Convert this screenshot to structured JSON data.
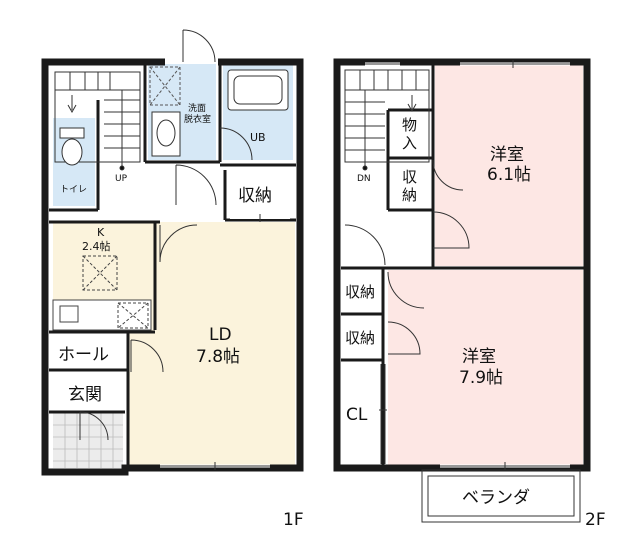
{
  "floor1": {
    "label": "1F",
    "rooms": {
      "washroom": [
        "洗面",
        "脱衣室"
      ],
      "bath": "UB",
      "toilet": "トイレ",
      "stair_up": "UP",
      "storage": "収納",
      "kitchen": [
        "K",
        "2.4帖"
      ],
      "living": [
        "LD",
        "7.8帖"
      ],
      "hall": "ホール",
      "entrance": "玄関"
    }
  },
  "floor2": {
    "label": "2F",
    "rooms": {
      "stair_down": "DN",
      "closet_small": [
        "物",
        "入"
      ],
      "storage_small": [
        "収",
        "納"
      ],
      "bedroom_a": [
        "洋室",
        "6.1帖"
      ],
      "storage_a": "収納",
      "storage_b": "収納",
      "closet": "CL",
      "bedroom_b": [
        "洋室",
        "7.9帖"
      ],
      "balcony": "ベランダ"
    }
  },
  "colors": {
    "wall": "#1a1a1a",
    "living_floor": "#fbf3dc",
    "wet_area": "#d6e8f6",
    "bedroom_floor": "#fde7e4",
    "entrance_tile": "#ececec"
  }
}
